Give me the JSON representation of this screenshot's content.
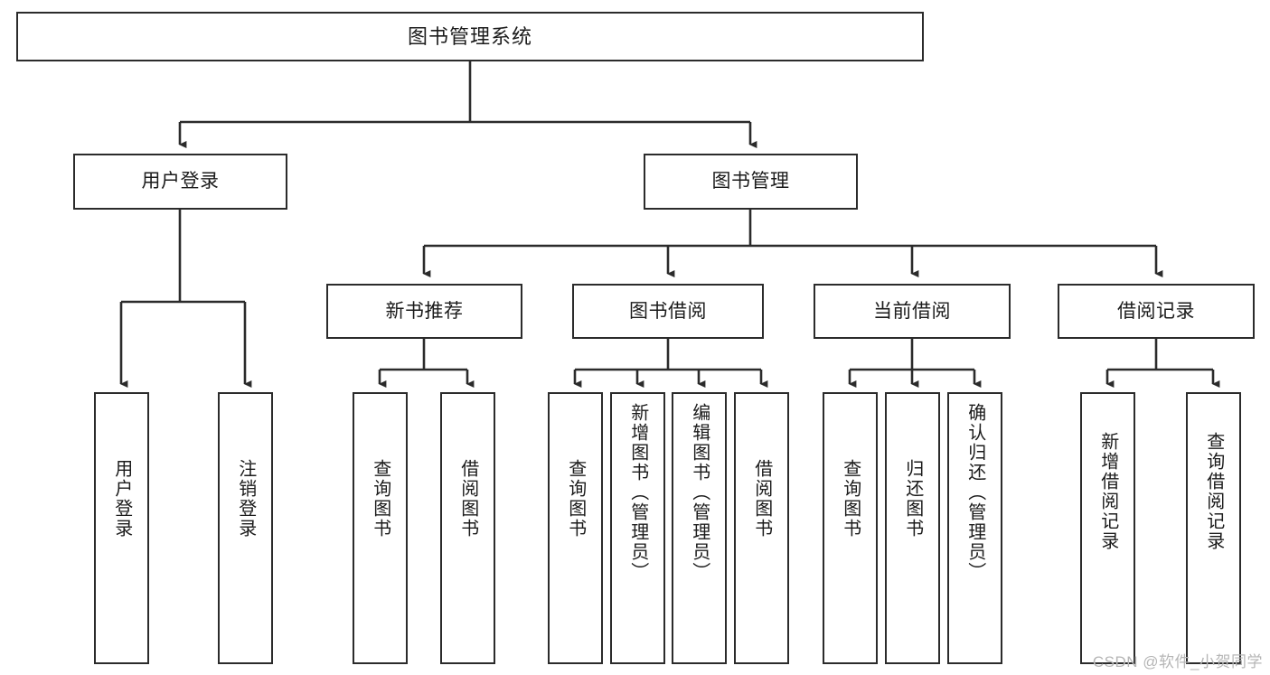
{
  "diagram": {
    "title": "图书管理系统",
    "type": "tree-hierarchy",
    "colors": {
      "box_border": "#2b2b2b",
      "box_fill": "#ffffff",
      "edge": "#2b2b2b",
      "text": "#1b1b1b",
      "watermark": "#b6b6b6",
      "background": "#ffffff"
    },
    "root": {
      "label": "图书管理系统"
    },
    "level2": [
      {
        "label": "用户登录"
      },
      {
        "label": "图书管理"
      }
    ],
    "level3": [
      {
        "label": "新书推荐"
      },
      {
        "label": "图书借阅"
      },
      {
        "label": "当前借阅"
      },
      {
        "label": "借阅记录"
      }
    ],
    "leaves": {
      "user_login": [
        {
          "label": "用户登录"
        },
        {
          "label": "注销登录"
        }
      ],
      "new_book_recommend": [
        {
          "label": "查询图书"
        },
        {
          "label": "借阅图书"
        }
      ],
      "book_borrow": [
        {
          "label": "查询图书"
        },
        {
          "label": "新增图书（管理员）"
        },
        {
          "label": "编辑图书（管理员）"
        },
        {
          "label": "借阅图书"
        }
      ],
      "current_borrow": [
        {
          "label": "查询图书"
        },
        {
          "label": "归还图书"
        },
        {
          "label": "确认归还（管理员）"
        }
      ],
      "borrow_record": [
        {
          "label": "新增借阅记录"
        },
        {
          "label": "查询借阅记录"
        }
      ]
    }
  },
  "watermark": {
    "text": "CSDN @软件_小贺同学"
  }
}
